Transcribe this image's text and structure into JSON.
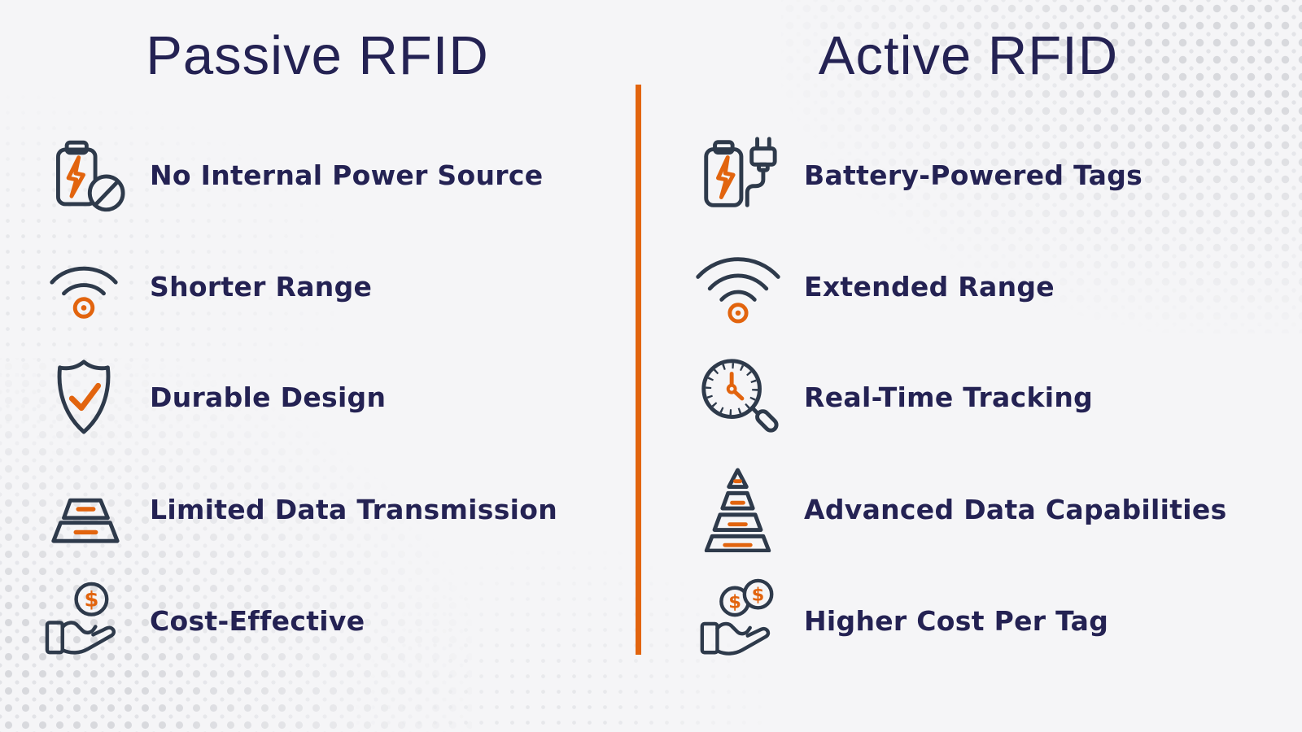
{
  "infographic": {
    "currency": "$",
    "colors": {
      "navy_text": "#242253",
      "icon_slate": "#2e3a4b",
      "accent_orange": "#e2640e",
      "background": "#f5f5f7"
    },
    "left": {
      "title": "Passive RFID",
      "items": [
        {
          "icon": "battery-no-power-icon",
          "label": "No Internal Power Source"
        },
        {
          "icon": "wifi-short-range-icon",
          "label": "Shorter Range"
        },
        {
          "icon": "shield-check-icon",
          "label": "Durable Design"
        },
        {
          "icon": "data-stack-icon",
          "label": "Limited Data Transmission"
        },
        {
          "icon": "hand-coin-icon",
          "label": "Cost-Effective"
        }
      ]
    },
    "right": {
      "title": "Active RFID",
      "items": [
        {
          "icon": "battery-plug-icon",
          "label": "Battery-Powered Tags"
        },
        {
          "icon": "wifi-extended-range-icon",
          "label": "Extended Range"
        },
        {
          "icon": "magnifier-clock-icon",
          "label": "Real-Time Tracking"
        },
        {
          "icon": "data-pyramid-icon",
          "label": "Advanced Data Capabilities"
        },
        {
          "icon": "hand-two-coins-icon",
          "label": "Higher Cost Per Tag"
        }
      ]
    }
  }
}
